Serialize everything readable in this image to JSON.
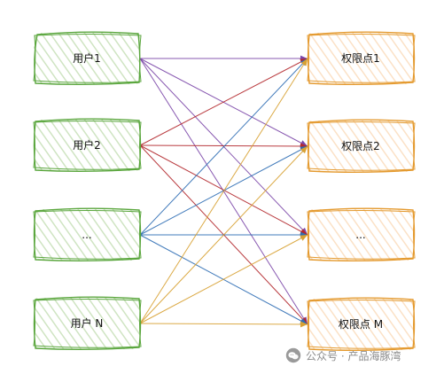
{
  "users": [
    {
      "label": "用户1"
    },
    {
      "label": "用户2"
    },
    {
      "label": "..."
    },
    {
      "label": "用户 N"
    }
  ],
  "permissions": [
    {
      "label": "权限点1"
    },
    {
      "label": "权限点2"
    },
    {
      "label": "..."
    },
    {
      "label": "权限点 M"
    }
  ],
  "watermark": {
    "text": "公众号 · 产品海豚湾",
    "icon": "wechat-official-account-icon"
  },
  "colors": {
    "user_stroke": "#5aa63d",
    "user_fill": "#d9ebcf",
    "permission_stroke": "#e49a2f",
    "permission_fill": "#fde7cf",
    "edge_user1": "#7b46a8",
    "edge_user2": "#b3282d",
    "edge_user3": "#2e6db4",
    "edge_userN": "#d8a133"
  },
  "edges": [
    {
      "from": 0,
      "to": 0
    },
    {
      "from": 0,
      "to": 1
    },
    {
      "from": 0,
      "to": 2
    },
    {
      "from": 0,
      "to": 3
    },
    {
      "from": 1,
      "to": 0
    },
    {
      "from": 1,
      "to": 1
    },
    {
      "from": 1,
      "to": 2
    },
    {
      "from": 1,
      "to": 3
    },
    {
      "from": 2,
      "to": 0
    },
    {
      "from": 2,
      "to": 1
    },
    {
      "from": 2,
      "to": 2
    },
    {
      "from": 2,
      "to": 3
    },
    {
      "from": 3,
      "to": 0
    },
    {
      "from": 3,
      "to": 1
    },
    {
      "from": 3,
      "to": 2
    },
    {
      "from": 3,
      "to": 3
    }
  ]
}
